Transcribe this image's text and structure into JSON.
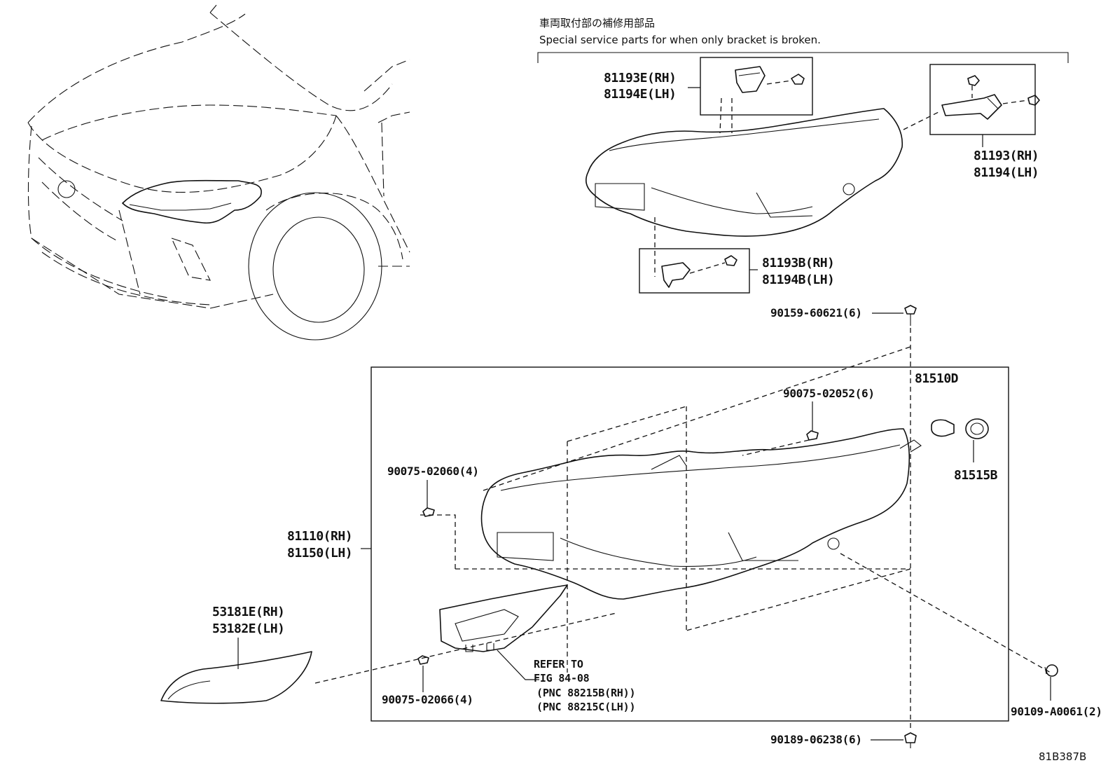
{
  "header": {
    "jp": "車両取付部の補修用部品",
    "en": "Special service parts for when only bracket is broken."
  },
  "labels": {
    "p81193E": "81193E(RH)",
    "p81194E": "81194E(LH)",
    "p81193": "81193(RH)",
    "p81194": "81194(LH)",
    "p81193B": "81193B(RH)",
    "p81194B": "81194B(LH)",
    "p90159": "90159-60621(6)",
    "p81510D": "81510D",
    "p90075_02052": "90075-02052(6)",
    "p90075_02060": "90075-02060(4)",
    "p81515B": "81515B",
    "p81110": "81110(RH)",
    "p81150": "81150(LH)",
    "p53181E": "53181E(RH)",
    "p53182E": "53182E(LH)",
    "refer1": "REFER TO",
    "refer2": "FIG 84-08",
    "pnc1": "(PNC 88215B(RH))",
    "pnc2": "(PNC 88215C(LH))",
    "p90075_02066": "90075-02066(4)",
    "p90109": "90109-A0061(2)",
    "p90189": "90189-06238(6)",
    "diagram_id": "81B387B"
  }
}
